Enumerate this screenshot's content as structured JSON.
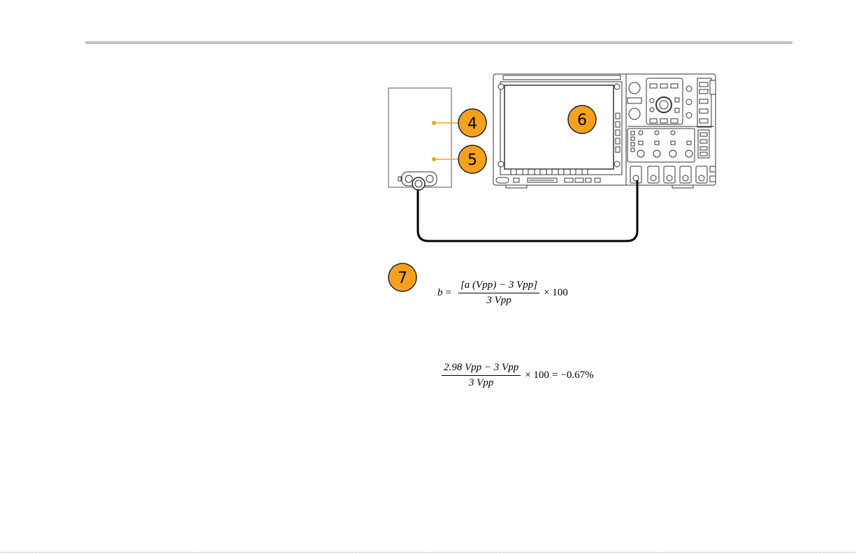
{
  "callouts": {
    "step4": "4",
    "step5": "5",
    "step6": "6",
    "step7": "7"
  },
  "colors": {
    "callout_fill": "#f7a11a",
    "callout_stroke": "#222222",
    "rule": "#c2c2c2"
  },
  "formula1": {
    "lhs": "b",
    "eq": "=",
    "numerator": "[a (Vpp) − 3 Vpp]",
    "denominator": "3 Vpp",
    "times": "× 100"
  },
  "formula2": {
    "numerator": "2.98 Vpp − 3 Vpp",
    "denominator": "3 Vpp",
    "times": "× 100",
    "eq": "=",
    "result": "−0.67%"
  }
}
